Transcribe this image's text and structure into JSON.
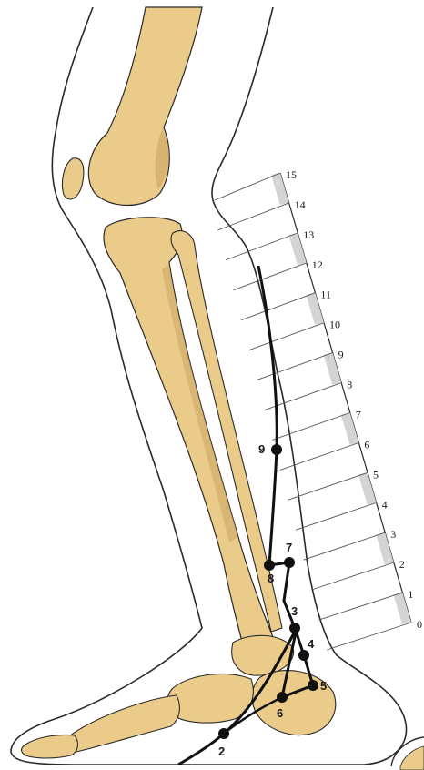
{
  "colors": {
    "bone": "#ebcb8a",
    "bone_shade": "#c9a25e",
    "outline": "#2a2a2a",
    "scale_fill": "#d4d4d4",
    "marker": "#111111",
    "background": "#ffffff"
  },
  "scale": {
    "ticks": [
      "0",
      "1",
      "2",
      "3",
      "4",
      "5",
      "6",
      "7",
      "8",
      "9",
      "10",
      "11",
      "12",
      "13",
      "14",
      "15"
    ]
  },
  "points": [
    {
      "label": "2"
    },
    {
      "label": "3"
    },
    {
      "label": "4"
    },
    {
      "label": "5"
    },
    {
      "label": "6"
    },
    {
      "label": "7"
    },
    {
      "label": "8"
    },
    {
      "label": "9"
    }
  ]
}
